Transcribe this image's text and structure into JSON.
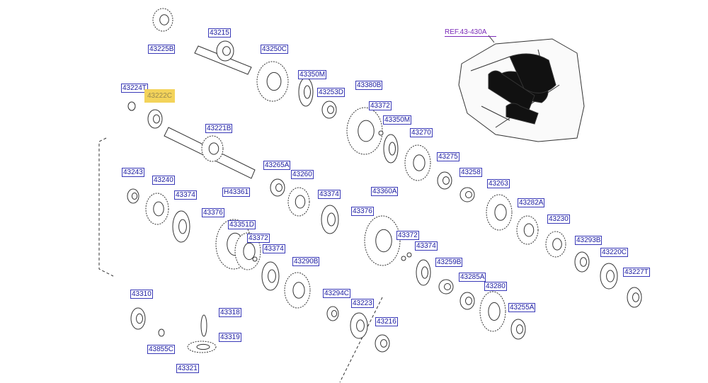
{
  "reference": "REF.43-430A",
  "highlight_color": "#f3d35a",
  "label_color": "#1a1aa0",
  "parts": [
    "43215",
    "43225B",
    "43250C",
    "43350M",
    "43253D",
    "43380B",
    "43372",
    "43350M",
    "43270",
    "43224T",
    "43222C",
    "43221B",
    "43275",
    "43265A",
    "43260",
    "43258",
    "43243",
    "43240",
    "43374",
    "H43361",
    "43374",
    "43360A",
    "43263",
    "43282A",
    "43376",
    "43376",
    "43230",
    "43351D",
    "43372",
    "43372",
    "43293B",
    "43374",
    "43374",
    "43220C",
    "43259B",
    "43290B",
    "43227T",
    "43285A",
    "43280",
    "43310",
    "43294C",
    "43223",
    "43255A",
    "43318",
    "43216",
    "43319",
    "43855C",
    "43321"
  ]
}
